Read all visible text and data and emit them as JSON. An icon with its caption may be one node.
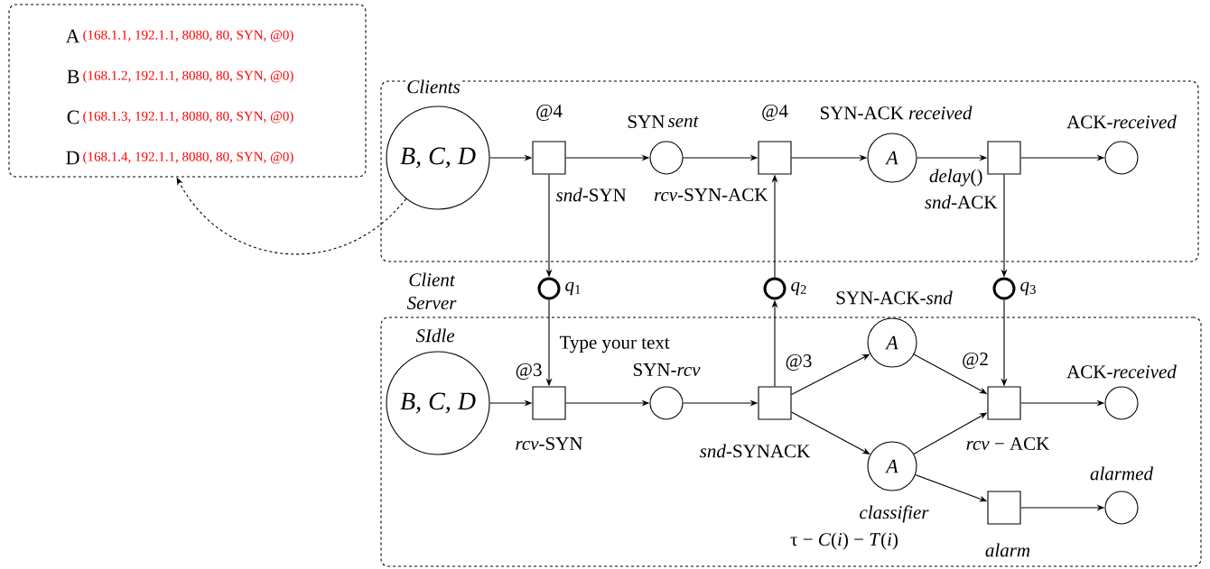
{
  "diagram": {
    "nodes": [
      {
        "text": [
          "A",
          "(168.1.1, 192.1.1, 8080, 80, SYN, @0)",
          "B",
          "(168.1.2, 192.1.1, 8080, 80, SYN, @0)",
          "C",
          "(168.1.3, 192.1.1, 8080, 80, SYN, @0)",
          "D",
          "(168.1.4, 192.1.1, 8080, 80, SYN, @0)"
        ]
      },
      {
        "text": [
          "Clients"
        ]
      },
      {
        "text": [
          "B, C, D"
        ],
        "in": 1
      },
      {
        "text": [],
        "shape": "box",
        "in": 1,
        "beside": [
          "@4",
          "*snd*-SYN"
        ]
      },
      {
        "text": [],
        "shape": "circle",
        "in": 1,
        "beside": [
          "SYN",
          "sent"
        ]
      },
      {
        "text": [],
        "shape": "box",
        "in": 1,
        "beside": [
          "@4",
          "*rcv*-SYN-ACK"
        ]
      },
      {
        "text": [
          "A"
        ],
        "in": 1,
        "beside": [
          "SYN-ACK *received*"
        ]
      },
      {
        "text": [],
        "shape": "box",
        "in": 1,
        "beside": [
          "*delay*()",
          "*snd*-ACK"
        ]
      },
      {
        "text": [],
        "shape": "circle",
        "in": 1,
        "beside": [
          "ACK-*received*"
        ]
      },
      {
        "text": [],
        "shape": "circle",
        "beside": [
          "*q*$_{1}$"
        ]
      },
      {
        "text": [],
        "shape": "circle",
        "beside": [
          "*q*$_{2}$"
        ]
      },
      {
        "text": [],
        "shape": "circle",
        "beside": [
          "*q*$_{3}$"
        ]
      },
      {
        "text": [],
        "shape": "box"
      },
      {
        "text": [
          "B, C, D"
        ],
        "in": 12,
        "beside": [
          "SIdle"
        ]
      },
      {
        "text": [],
        "shape": "box",
        "in": 12,
        "beside": [
          "Type your text",
          "@3",
          "*rcv*-SYN"
        ]
      },
      {
        "text": [],
        "shape": "circle",
        "in": 12,
        "beside": [
          "SYN-*rcv*"
        ]
      },
      {
        "text": [],
        "shape": "box",
        "in": 12,
        "beside": [
          "@3",
          "*snd*-SYNACK"
        ]
      },
      {
        "text": [
          "A"
        ],
        "in": 12,
        "beside": [
          "SYN-ACK-*snd*"
        ]
      },
      {
        "text": [
          "A"
        ],
        "in": 12,
        "beside": [
          "classifier",
          "τ − *C*(*i*) − *T*(*i*)"
        ]
      },
      {
        "text": [],
        "shape": "box",
        "in": 12,
        "beside": [
          "@2",
          "*rcv* − ACK"
        ]
      },
      {
        "text": [],
        "shape": "circle",
        "in": 12,
        "beside": [
          "ACK-*received*"
        ]
      },
      {
        "text": [],
        "shape": "box",
        "in": 12,
        "beside": [
          "alarm"
        ]
      },
      {
        "text": [],
        "shape": "circle",
        "in": 12,
        "beside": [
          "alarmed"
        ]
      }
    ],
    "edges": [
      {
        "from": 2,
        "to": 3,
        "arrow": "to"
      },
      {
        "from": 3,
        "to": 4,
        "arrow": "to"
      },
      {
        "from": 4,
        "to": 5,
        "arrow": "to"
      },
      {
        "from": 5,
        "to": 6,
        "arrow": "to"
      },
      {
        "from": 6,
        "to": 7,
        "arrow": "to"
      },
      {
        "from": 7,
        "to": 8,
        "arrow": "to"
      },
      {
        "from": 3,
        "to": 9,
        "arrow": "to"
      },
      {
        "from": 10,
        "to": 5,
        "arrow": "to"
      },
      {
        "from": 7,
        "to": 11,
        "arrow": "to"
      },
      {
        "from": 9,
        "to": 14,
        "arrow": "to"
      },
      {
        "from": 16,
        "to": 10,
        "arrow": "to"
      },
      {
        "from": 11,
        "to": 19,
        "arrow": "to"
      },
      {
        "from": 13,
        "to": 14,
        "arrow": "to"
      },
      {
        "from": 14,
        "to": 15,
        "arrow": "to"
      },
      {
        "from": 15,
        "to": 16,
        "arrow": "to"
      },
      {
        "from": 16,
        "to": 17,
        "arrow": "to"
      },
      {
        "from": 16,
        "to": 18,
        "arrow": "to"
      },
      {
        "from": 17,
        "to": 19,
        "arrow": "to"
      },
      {
        "from": 18,
        "to": 19,
        "arrow": "to"
      },
      {
        "from": 19,
        "to": 20,
        "arrow": "to"
      },
      {
        "from": 18,
        "to": 21,
        "arrow": "to"
      },
      {
        "from": 21,
        "to": 22,
        "arrow": "to"
      },
      {
        "from": 2,
        "to": 0,
        "arrow": "to",
        "style": "dashed"
      }
    ],
    "labels": [
      "Client",
      "Server"
    ]
  }
}
